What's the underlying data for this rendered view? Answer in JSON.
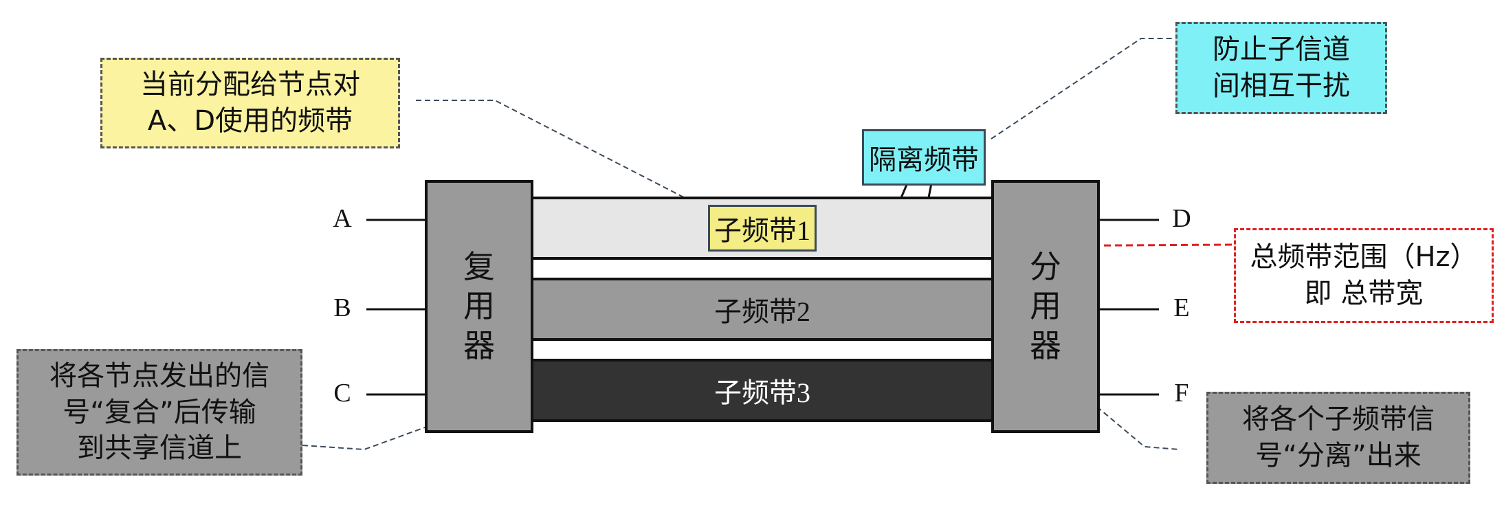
{
  "mux_label": [
    "复",
    "用",
    "器"
  ],
  "demux_label": [
    "分",
    "用",
    "器"
  ],
  "ports_in": [
    "A",
    "B",
    "C"
  ],
  "ports_out": [
    "D",
    "E",
    "F"
  ],
  "bands": {
    "band1": "子频带1",
    "band2": "子频带2",
    "band3": "子频带3"
  },
  "guard_band_label": "隔离频带",
  "callouts": {
    "band1_note": [
      "当前分配给节点对",
      "A、D使用的频带"
    ],
    "guard_note": [
      "防止子信道",
      "间相互干扰"
    ],
    "total_bw_note": [
      "总频带范围（Hz）",
      "即 总带宽"
    ],
    "mux_note": [
      "将各节点发出的信",
      "号“复合”后传输",
      "到共享信道上"
    ],
    "demux_note": [
      "将各个子频带信",
      "号“分离”出来"
    ]
  },
  "colors": {
    "yellow": "#fbf3a0",
    "cyan": "#7ff1f6",
    "gray": "#9a9a9a",
    "band1": "#e6e6e6",
    "band2": "#9a9a9a",
    "band3": "#333333",
    "red": "#e02020"
  }
}
